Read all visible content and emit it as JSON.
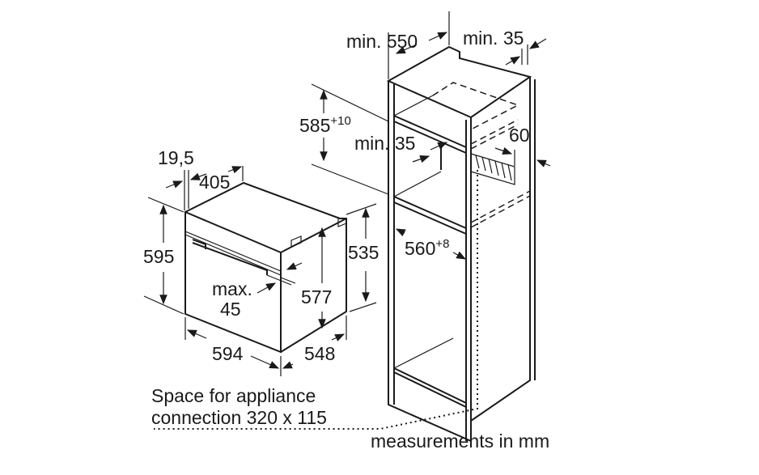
{
  "labels": {
    "cabinet_depth": "min. 550",
    "cabinet_back_gap": "min. 35",
    "niche_height": "585",
    "niche_height_tol": "+10",
    "shelf_gap": "min. 35",
    "vent_depth": "60",
    "front_thickness": "19,5",
    "top_depth": "405",
    "oven_height": "595",
    "body_height": "535",
    "handle_label": "max.",
    "handle_value": "45",
    "inner_height": "577",
    "niche_width": "560",
    "niche_width_tol": "+8",
    "oven_width": "594",
    "oven_depth": "548",
    "connection_line1": "Space for appliance",
    "connection_line2": "connection 320 x 115",
    "units_note": "measurements in mm"
  }
}
